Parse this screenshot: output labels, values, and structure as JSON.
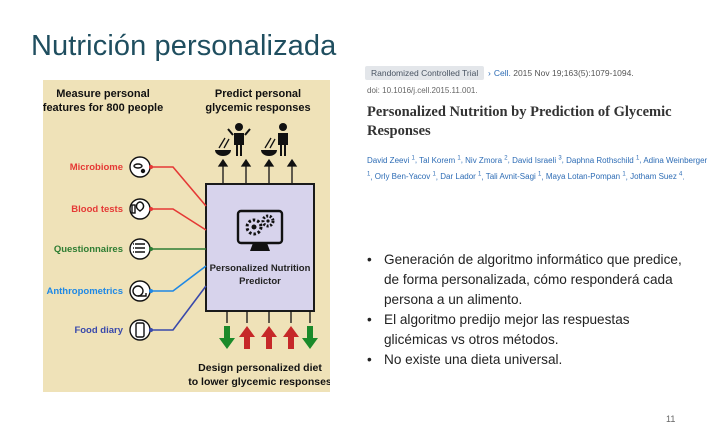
{
  "slide": {
    "title": "Nutrición personalizada",
    "page_number": "11"
  },
  "figure": {
    "left_header": [
      "Measure personal",
      "features for 800 people"
    ],
    "right_header": [
      "Predict personal",
      "glycemic responses"
    ],
    "features": [
      "Microbiome",
      "Blood tests",
      "Questionnaires",
      "Anthropometrics",
      "Food diary"
    ],
    "feature_colors": [
      "#e53935",
      "#e53935",
      "#2e7d32",
      "#1e88e5",
      "#3949ab"
    ],
    "predictor_label": [
      "Personalized Nutrition",
      "Predictor"
    ],
    "footer": [
      "Design personalized diet",
      "to lower glycemic responses"
    ],
    "output_arrow_colors": [
      "#1b8a2a",
      "#c62828",
      "#c62828",
      "#c62828",
      "#1b8a2a"
    ],
    "colors": {
      "background": "#efe2b8",
      "predictor_fill": "#d7d3ec",
      "predictor_border": "#1a1a1a"
    }
  },
  "paper": {
    "badge": "Randomized Controlled Trial",
    "journal": "Cell.",
    "citation": " 2015 Nov 19;163(5):1079-1094.",
    "doi": "doi: 10.1016/j.cell.2015.11.001.",
    "title": "Personalized Nutrition by Prediction of Glycemic Responses",
    "authors": [
      {
        "name": "David Zeevi",
        "sup": "1"
      },
      {
        "name": "Tal Korem",
        "sup": "1"
      },
      {
        "name": "Niv Zmora",
        "sup": "2"
      },
      {
        "name": "David Israeli",
        "sup": "3"
      },
      {
        "name": "Daphna Rothschild",
        "sup": "1"
      },
      {
        "name": "Adina Weinberger",
        "sup": "1"
      },
      {
        "name": "Orly Ben-Yacov",
        "sup": "1"
      },
      {
        "name": "Dar Lador",
        "sup": "1"
      },
      {
        "name": "Tali Avnit-Sagi",
        "sup": "1"
      },
      {
        "name": "Maya Lotan-Pompan",
        "sup": "1"
      },
      {
        "name": "Jotham Suez",
        "sup": "4"
      }
    ]
  },
  "bullets": [
    "Generación de algoritmo informático que predice, de forma personalizada, cómo responderá cada persona a un alimento.",
    "El algoritmo predijo mejor las respuestas glicémicas vs otros métodos.",
    "No existe una dieta universal."
  ]
}
